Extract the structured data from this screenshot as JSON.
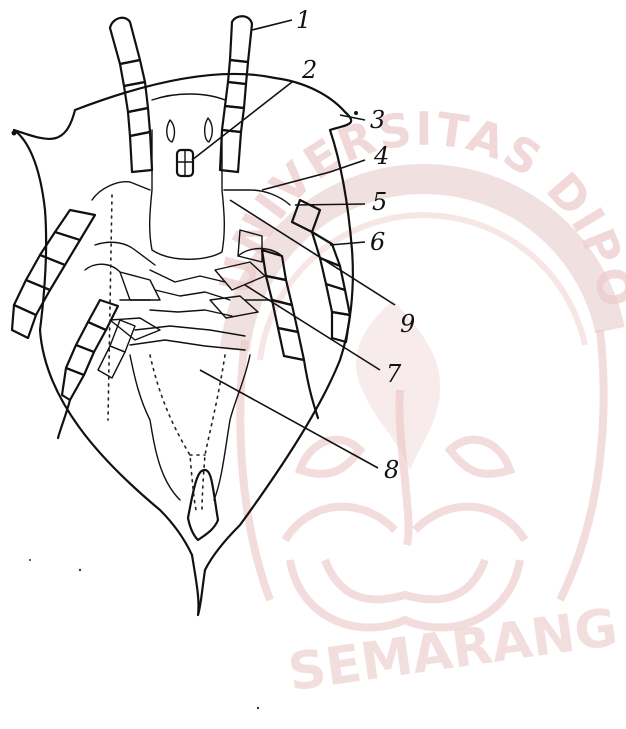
{
  "figure": {
    "labels": [
      "1",
      "2",
      "3",
      "4",
      "5",
      "6",
      "9",
      "7",
      "8"
    ],
    "watermark": {
      "arc_text": "UNIVERSITAS DIPONEGORO",
      "bottom_text": "SEMARANG"
    }
  },
  "colors": {
    "ink": "#111111",
    "watermark": "#e6c6c6",
    "background": "#ffffff"
  }
}
